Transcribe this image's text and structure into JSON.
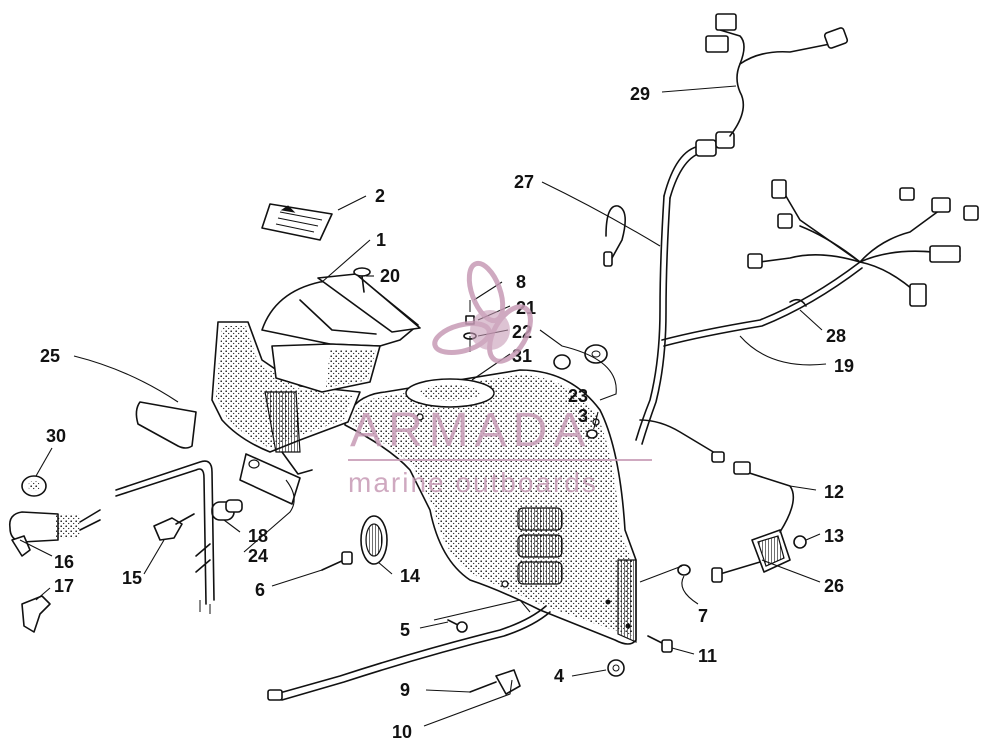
{
  "watermark": {
    "brand": "ARMADA",
    "tagline": "marine outboards",
    "color": "#c79bb6"
  },
  "parts": {
    "p1": "1",
    "p2": "2",
    "p3": "3",
    "p4": "4",
    "p5": "5",
    "p6": "6",
    "p7": "7",
    "p8": "8",
    "p9": "9",
    "p10": "10",
    "p11": "11",
    "p12": "12",
    "p13": "13",
    "p14": "14",
    "p15": "15",
    "p16": "16",
    "p17": "17",
    "p18": "18",
    "p19": "19",
    "p20": "20",
    "p21": "21",
    "p22": "22",
    "p23": "23",
    "p24": "24",
    "p25": "25",
    "p26": "26",
    "p27": "27",
    "p28": "28",
    "p29": "29",
    "p30": "30",
    "p31": "31"
  }
}
